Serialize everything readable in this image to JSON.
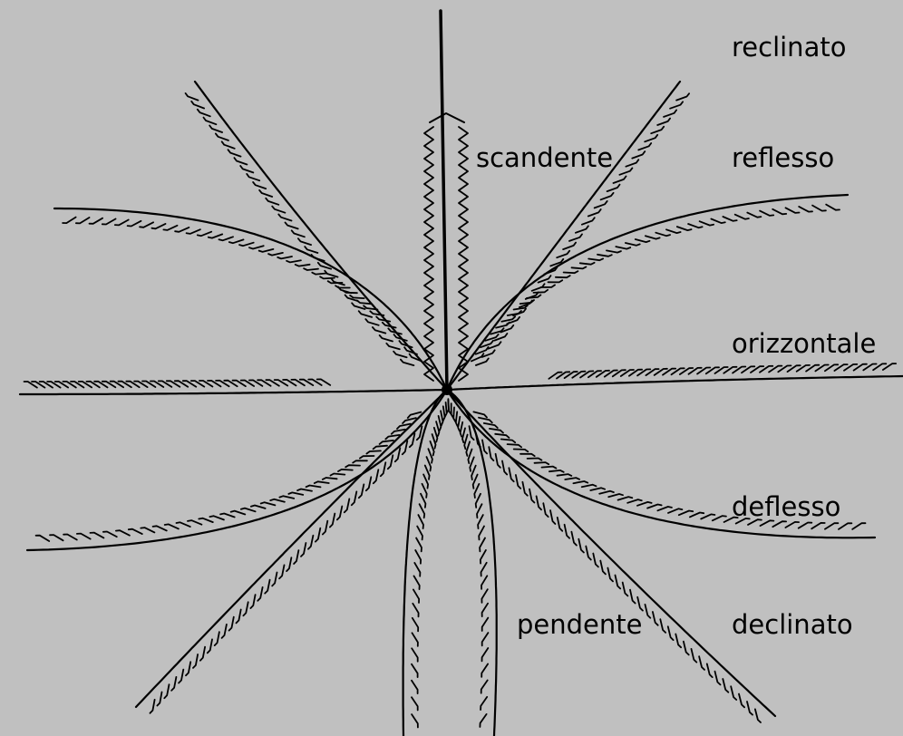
{
  "labels": {
    "reclinato": "reclinato",
    "reflesso": "reflesso",
    "scandente": "scandente",
    "orizzontale": "orizzontale",
    "deflesso": "deflesso",
    "pendente": "pendente",
    "declinato": "declinato"
  },
  "colors": {
    "background": "#c0c0c0",
    "ink": "#000000"
  }
}
